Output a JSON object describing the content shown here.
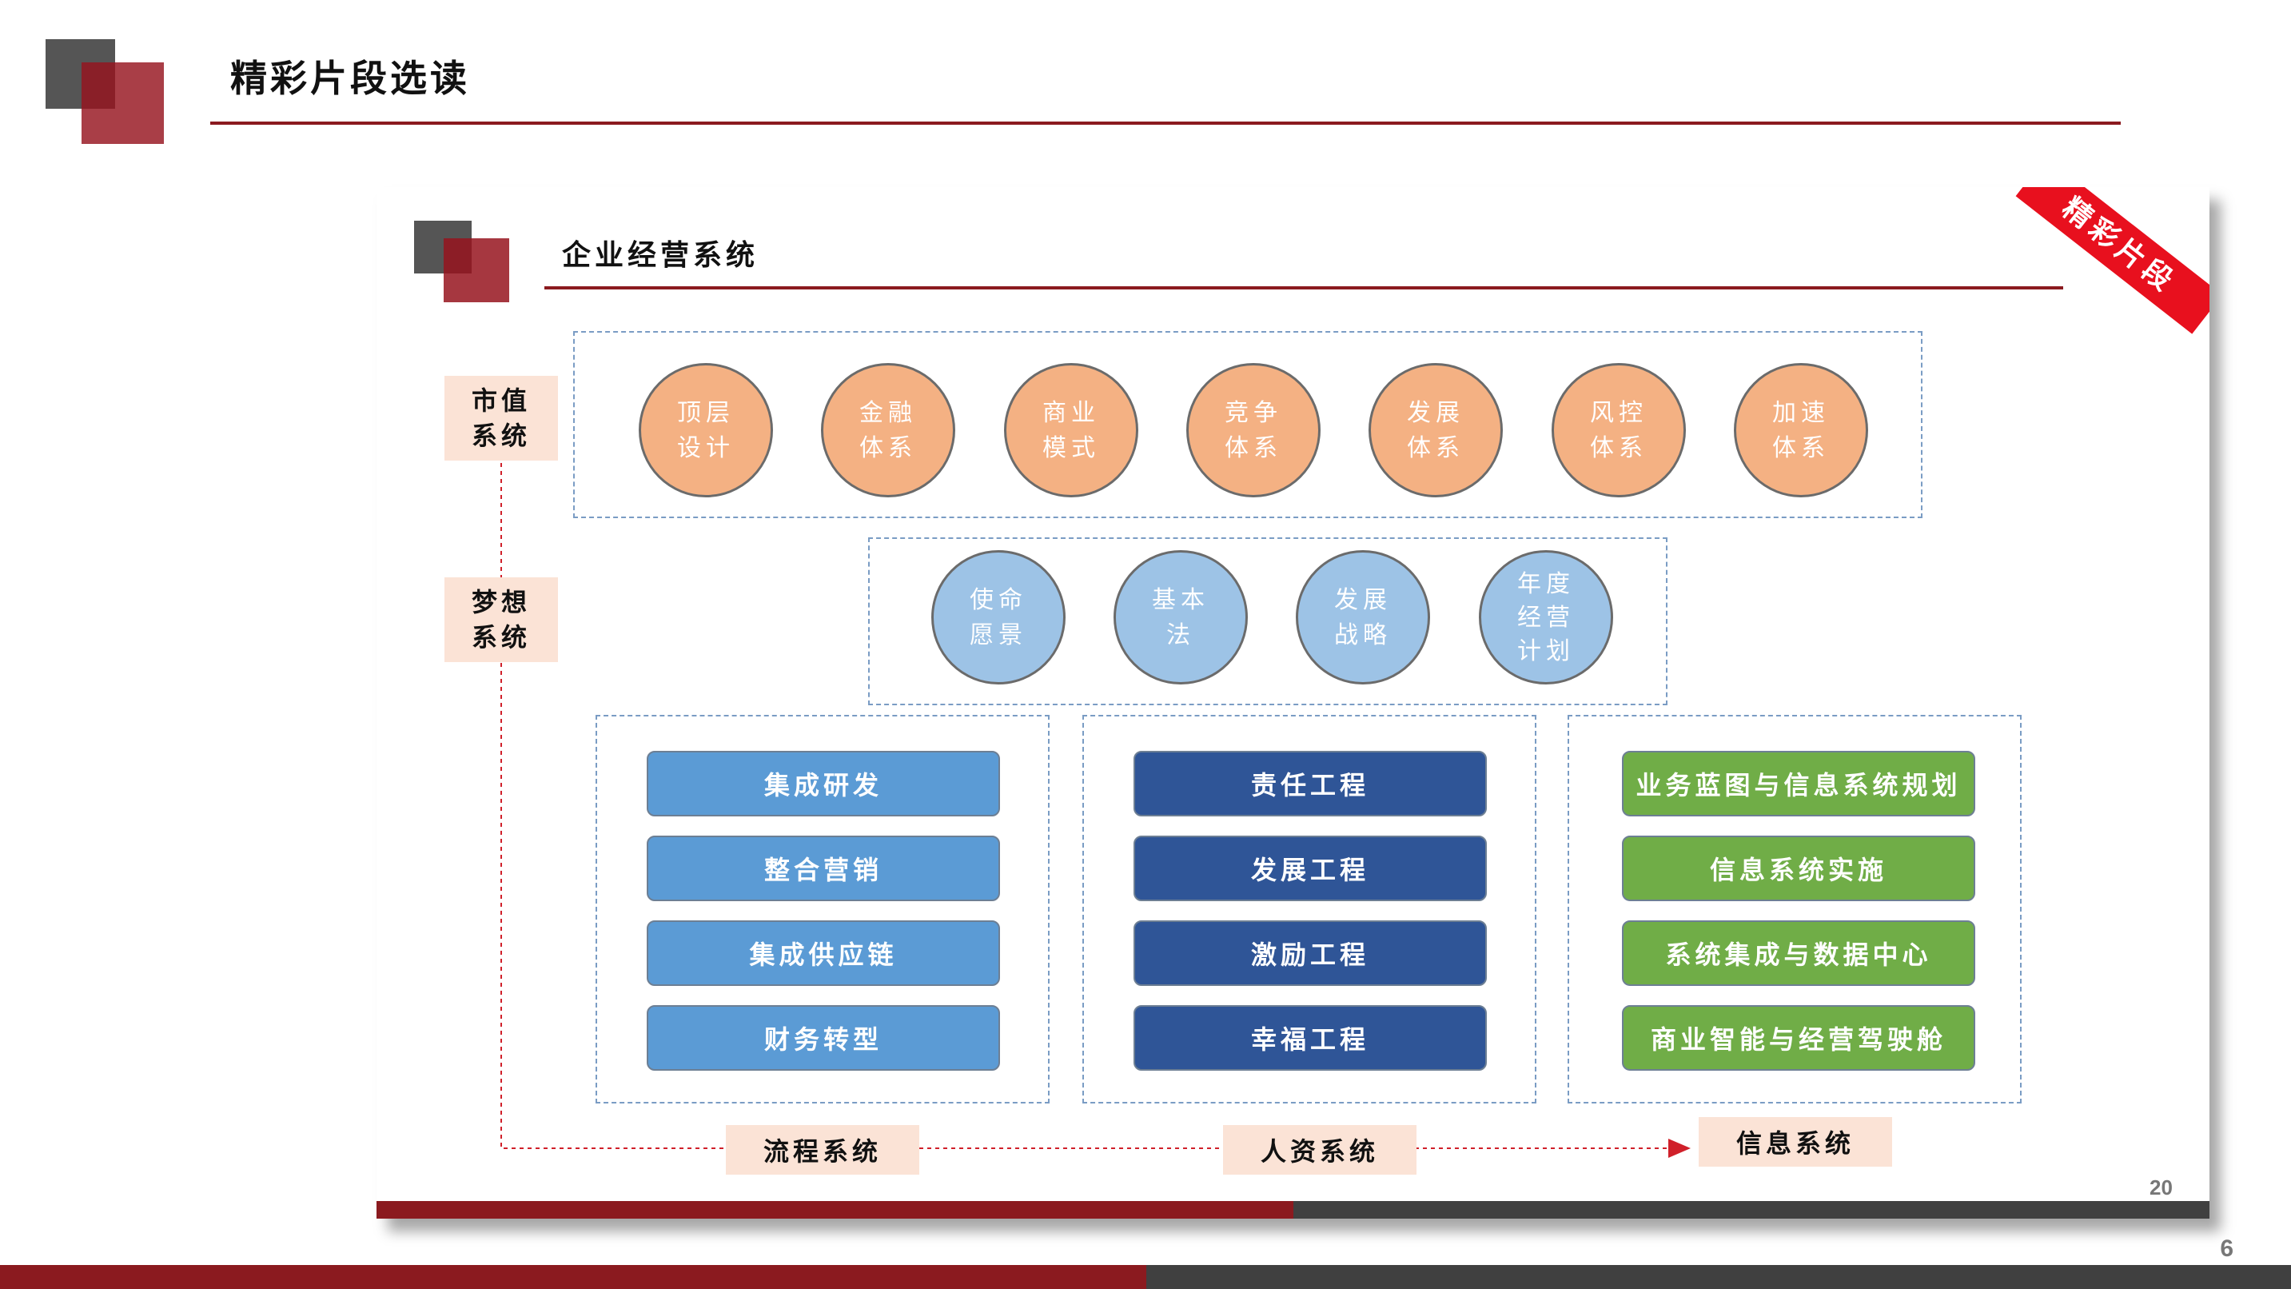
{
  "page": {
    "title": "精彩片段选读",
    "page_number": "6"
  },
  "slide": {
    "title": "企业经营系统",
    "ribbon": "精彩片段",
    "page_number": "20",
    "side_labels": [
      {
        "text": "市值\n系统"
      },
      {
        "text": "梦想\n系统"
      }
    ],
    "market_value_circles": [
      {
        "text": "顶层\n设计"
      },
      {
        "text": "金融\n体系"
      },
      {
        "text": "商业\n模式"
      },
      {
        "text": "竞争\n体系"
      },
      {
        "text": "发展\n体系"
      },
      {
        "text": "风控\n体系"
      },
      {
        "text": "加速\n体系"
      }
    ],
    "dream_circles": [
      {
        "text": "使命\n愿景"
      },
      {
        "text": "基本\n法"
      },
      {
        "text": "发展\n战略"
      },
      {
        "text": "年度\n经营\n计划"
      }
    ],
    "process_items": [
      "集成研发",
      "整合营销",
      "集成供应链",
      "财务转型"
    ],
    "hr_items": [
      "责任工程",
      "发展工程",
      "激励工程",
      "幸福工程"
    ],
    "info_items": [
      "业务蓝图与信息系统规划",
      "信息系统实施",
      "系统集成与数据中心",
      "商业智能与经营驾驶舱"
    ],
    "bottom_labels": {
      "process": "流程系统",
      "hr": "人资系统",
      "info": "信息系统"
    },
    "colors": {
      "accent_red": "#8b1a1f",
      "orange_circle": "#f4b183",
      "blue_circle": "#9dc3e6",
      "process_pill": "#5b9bd5",
      "hr_pill": "#2f5597",
      "info_pill": "#70ad47",
      "label_bg": "#fbe3d6"
    }
  }
}
